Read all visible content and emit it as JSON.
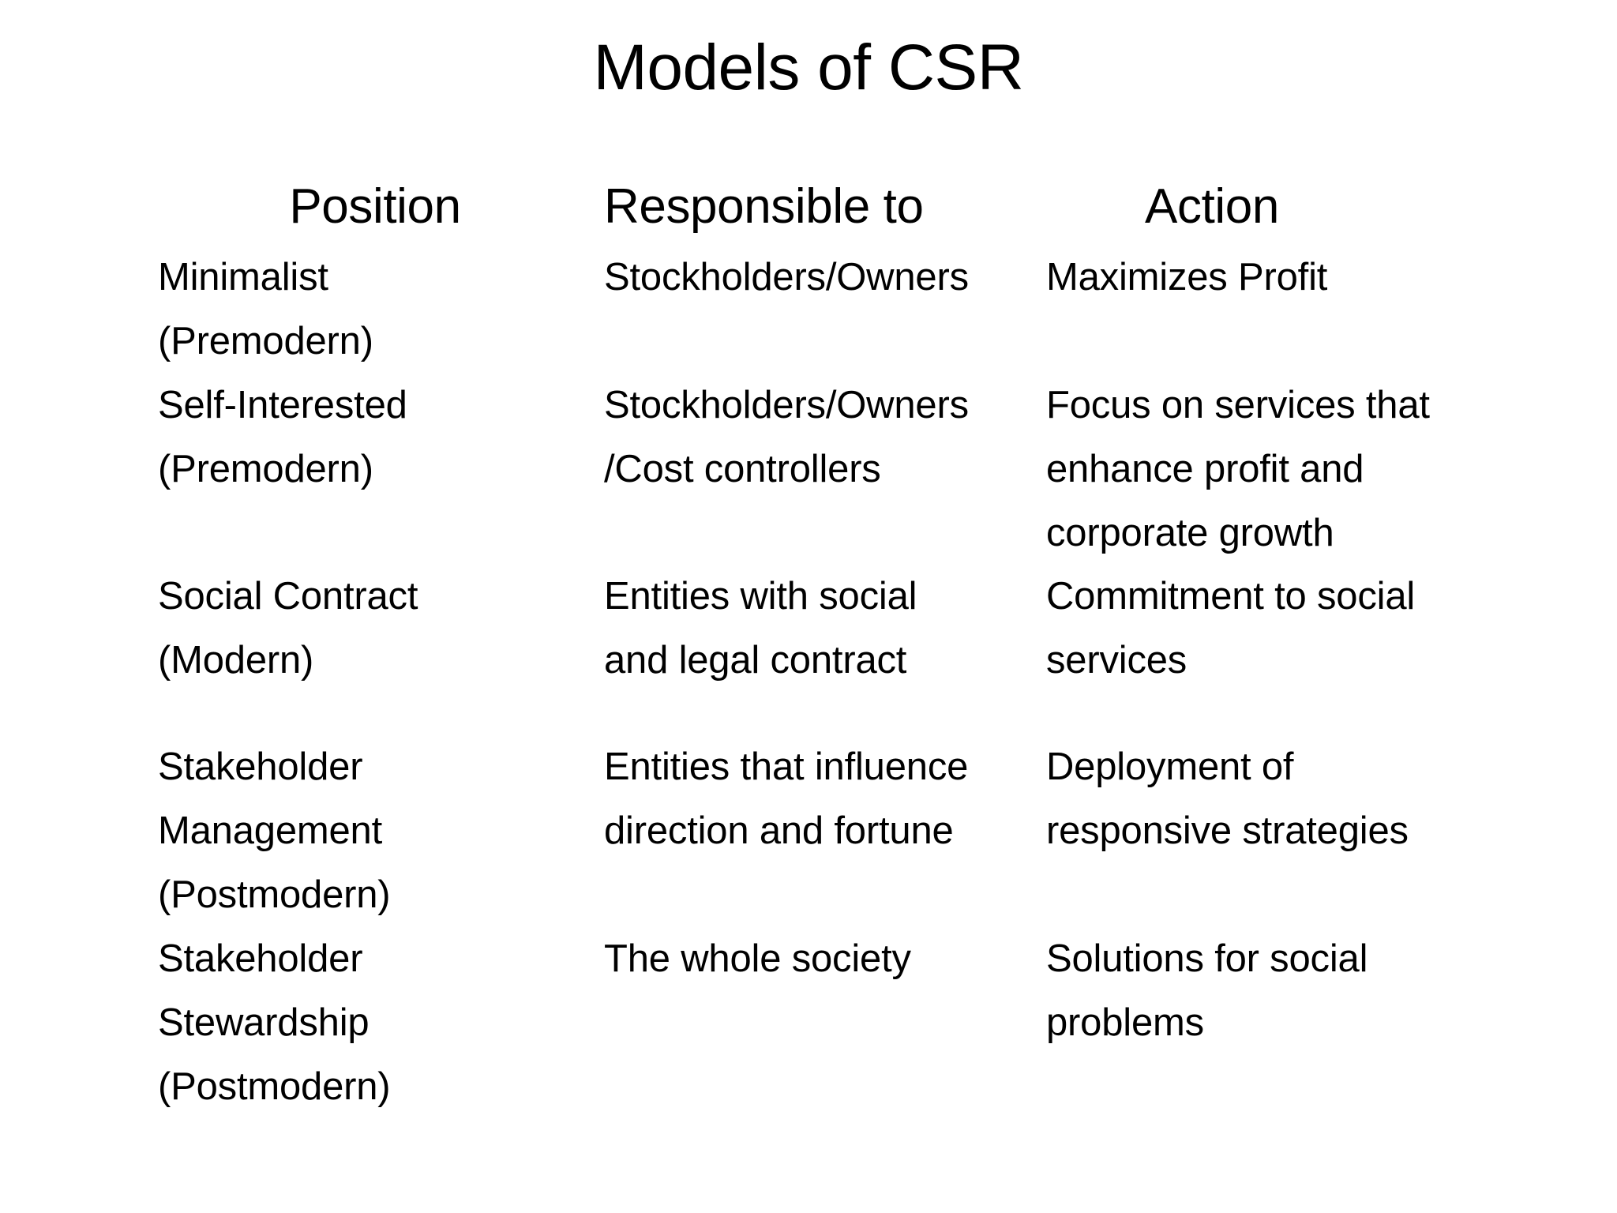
{
  "slide": {
    "title": "Models of CSR",
    "background_color": "#ffffff",
    "text_color": "#000000"
  },
  "table": {
    "headers": {
      "position": "Position",
      "responsible_to": "Responsible to",
      "action": "Action"
    },
    "rows": [
      {
        "position_lines": [
          "Minimalist",
          "(Premodern)"
        ],
        "responsible_to_lines": [
          "Stockholders/Owners"
        ],
        "action_lines": [
          "Maximizes Profit"
        ]
      },
      {
        "position_lines": [
          "Self-Interested",
          "(Premodern)"
        ],
        "responsible_to_lines": [
          "Stockholders/Owners",
          "/Cost controllers"
        ],
        "action_lines": [
          "Focus on services that",
          "enhance profit and",
          "corporate growth"
        ]
      },
      {
        "position_lines": [
          "Social Contract",
          "(Modern)"
        ],
        "responsible_to_lines": [
          "Entities with social",
          "and legal contract"
        ],
        "action_lines": [
          "Commitment to social",
          "services"
        ]
      },
      {
        "position_lines": [
          "Stakeholder",
          "Management",
          "(Postmodern)"
        ],
        "responsible_to_lines": [
          "Entities that influence",
          "direction and fortune"
        ],
        "action_lines": [
          "Deployment of",
          "responsive strategies"
        ]
      },
      {
        "position_lines": [
          "Stakeholder",
          "Stewardship",
          "(Postmodern)"
        ],
        "responsible_to_lines": [
          "The whole society"
        ],
        "action_lines": [
          "Solutions for social",
          "problems"
        ]
      }
    ]
  }
}
